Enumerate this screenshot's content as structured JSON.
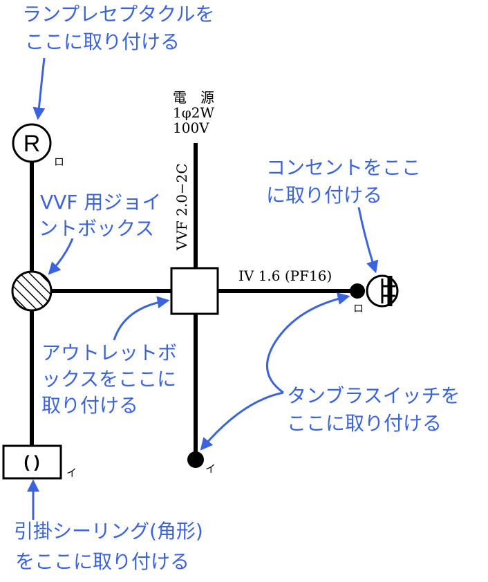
{
  "annotations": {
    "lamp_receptacle": [
      "ランプレセプタクルを",
      "ここに取り付ける"
    ],
    "junction_box": [
      "VVF 用ジョイ",
      "ントボックス"
    ],
    "outlet_box": [
      "アウトレットボ",
      "ックスをここに",
      "取り付ける"
    ],
    "ceiling": [
      "引掛シーリング(角形)",
      "をここに取り付ける"
    ],
    "receptacle": [
      "コンセントをここ",
      "に取り付ける"
    ],
    "switch": [
      "タンブラスイッチを",
      "ここに取り付ける"
    ]
  },
  "labels": {
    "power_source": [
      "電　源",
      "1φ2W",
      "100V"
    ],
    "vvf_cable": "VVF 2.0−2C",
    "iv_wire": "IV 1.6 (PF16)",
    "lamp_symbol": "R",
    "ceiling_symbol": "( )",
    "ro_lamp": "ロ",
    "ro_switch": "ロ",
    "i_ceiling": "イ",
    "i_switch": "イ"
  },
  "colors": {
    "annotation": "#3a63dd",
    "wire": "#000000",
    "background": "#ffffff"
  }
}
